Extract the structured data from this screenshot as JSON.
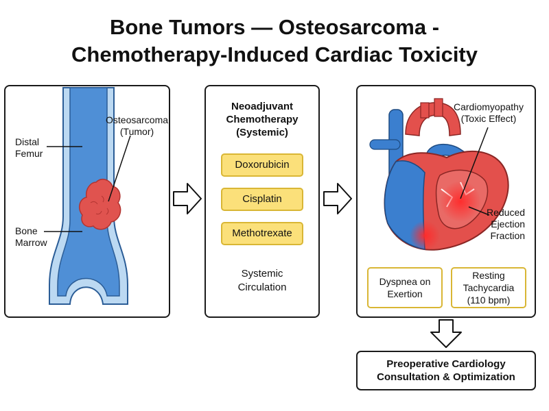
{
  "title": {
    "line1": "Bone Tumors — Osteosarcoma -",
    "line2": "Chemotherapy-Induced Cardiac Toxicity"
  },
  "panel_bone": {
    "label_distal_femur_1": "Distal",
    "label_distal_femur_2": "Femur",
    "label_osteosarcoma_1": "Osteosarcoma",
    "label_osteosarcoma_2": "(Tumor)",
    "label_marrow_1": "Bone",
    "label_marrow_2": "Marrow"
  },
  "panel_chemo": {
    "heading_1": "Neoadjuvant",
    "heading_2": "Chemotherapy",
    "heading_3": "(Systemic)",
    "drugs": [
      "Doxorubicin",
      "Cisplatin",
      "Methotrexate"
    ],
    "circulation_1": "Systemic",
    "circulation_2": "Circulation"
  },
  "panel_heart": {
    "label_cardiomyopathy_1": "Cardiomyopathy",
    "label_cardiomyopathy_2": "(Toxic Effect)",
    "label_ef_1": "Reduced",
    "label_ef_2": "Ejection",
    "label_ef_3": "Fraction",
    "symptom_1_line1": "Dyspnea on",
    "symptom_1_line2": "Exertion",
    "symptom_2_line1": "Resting",
    "symptom_2_line2": "Tachycardia",
    "symptom_2_line3": "(110 bpm)"
  },
  "final_box": {
    "line1": "Preoperative Cardiology",
    "line2": "Consultation & Optimization"
  },
  "colors": {
    "bone_blue": "#4f8fd6",
    "cortex_light": "#bcd9f2",
    "tumor_red": "#e0534f",
    "drug_yellow": "#fbe07a",
    "drug_border": "#d9b634",
    "heart_red": "#e3504c",
    "heart_blue": "#3b7fcf"
  }
}
